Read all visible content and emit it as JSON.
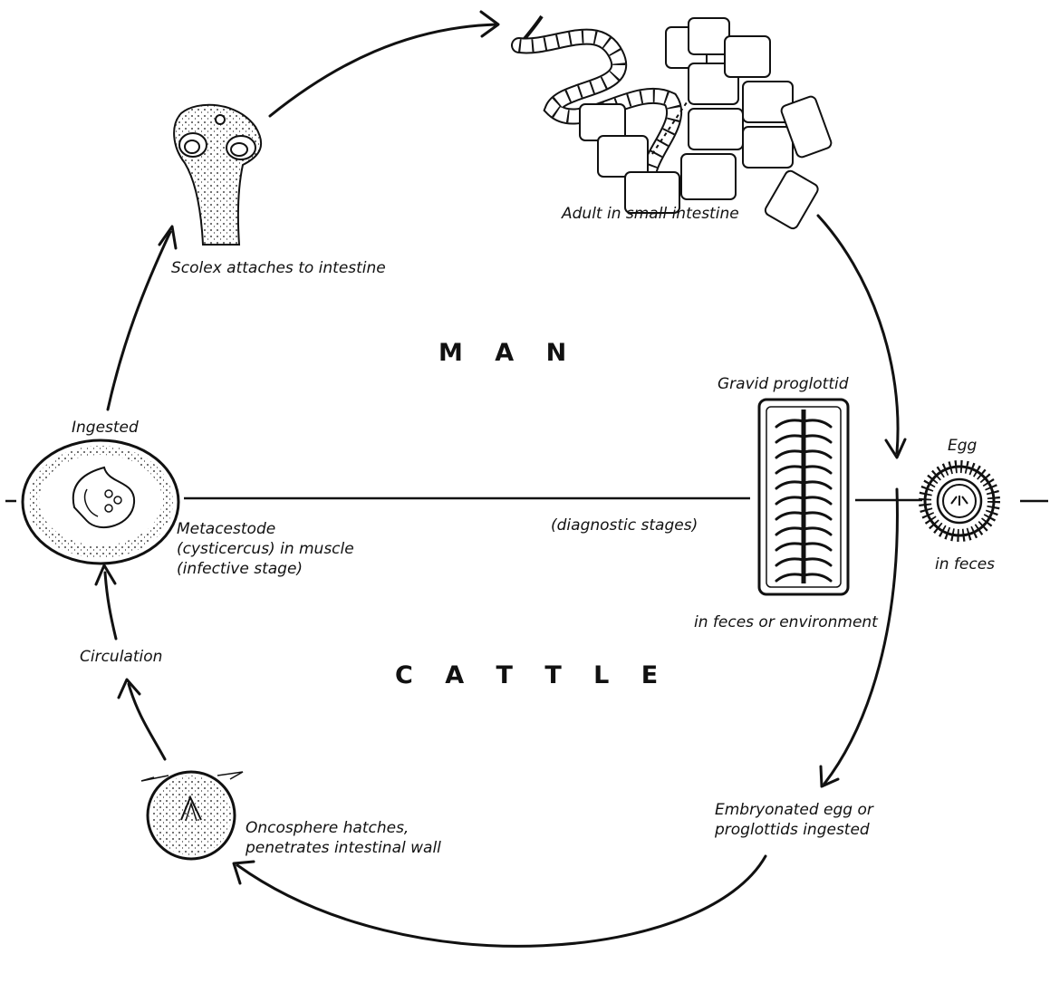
{
  "hosts": {
    "upper": "M A N",
    "lower": "C A T T L E"
  },
  "labels": {
    "scolex": "Scolex attaches to intestine",
    "adult": "Adult in small intestine",
    "gravid": "Gravid proglottid",
    "egg": "Egg",
    "egg_sub": "in feces",
    "diagnostic": "(diagnostic stages)",
    "proglottid_env": "in feces or environment",
    "ingested": "Ingested",
    "metacestode_1": "Metacestode",
    "metacestode_2": "(cysticercus) in muscle",
    "metacestode_3": "(infective stage)",
    "circulation": "Circulation",
    "embryonated_1": "Embryonated egg or",
    "embryonated_2": "proglottids ingested",
    "oncosphere_1": "Oncosphere hatches,",
    "oncosphere_2": "penetrates intestinal wall"
  },
  "colors": {
    "ink": "#111111",
    "paper": "#ffffff"
  }
}
